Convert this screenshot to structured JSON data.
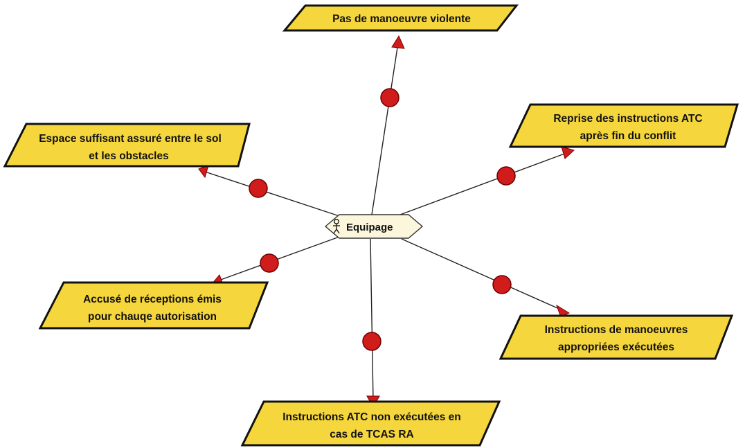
{
  "agent": {
    "label": "Equipage",
    "icon": "person-icon"
  },
  "goals": [
    {
      "id": "top",
      "lines": [
        "Pas de manoeuvre violente"
      ]
    },
    {
      "id": "upper-right",
      "lines": [
        "Reprise des instructions ATC",
        "après fin du conflit"
      ]
    },
    {
      "id": "upper-left",
      "lines": [
        "Espace suffisant assuré entre le sol",
        "et les obstacles"
      ]
    },
    {
      "id": "lower-left",
      "lines": [
        "Accusé de réceptions émis",
        "pour chauqe autorisation"
      ]
    },
    {
      "id": "lower-right",
      "lines": [
        "Instructions de manoeuvres",
        "appropriées exécutées"
      ]
    },
    {
      "id": "bottom",
      "lines": [
        "Instructions ATC non exécutées en",
        "cas de TCAS RA"
      ]
    }
  ],
  "colors": {
    "goal_fill": "#f5d63d",
    "goal_border": "#111111",
    "agent_fill": "#fbf6dc",
    "link_dot": "#d11c1c",
    "arrowhead": "#d11c1c"
  }
}
